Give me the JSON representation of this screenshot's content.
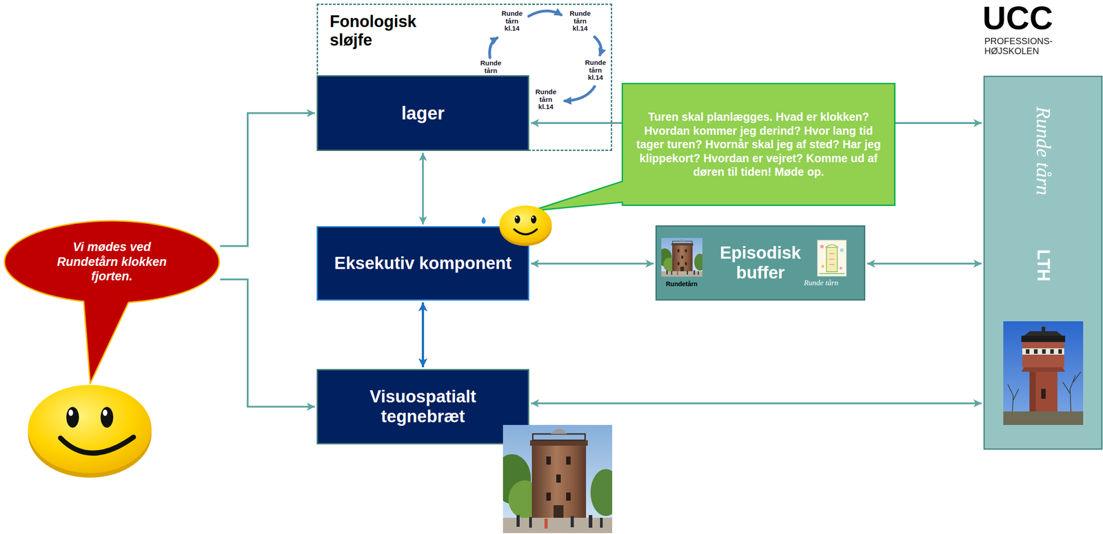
{
  "diagram": {
    "nodes": [
      {
        "text": [
          "Fonologisk sløjfe"
        ]
      },
      {
        "text": [
          "lager"
        ],
        "in": 0
      },
      {
        "text": [
          "Turen skal planlægges. Hvad er klokken? Hvordan kommer jeg derind? Hvor lang tid tager turen? Hvornår skal jeg af sted? Har jeg klippekort? Hvordan er vejret? Komme ud af døren til tiden! Møde op."
        ]
      },
      {
        "text": [
          "Vi mødes ved Rundetårn klokken fjorten."
        ]
      },
      {
        "text": [
          "Eksekutiv komponent"
        ]
      },
      {
        "text": [
          "Episodisk buffer"
        ]
      },
      {
        "text": [
          "Runde tårn",
          "LTH"
        ]
      },
      {
        "text": [
          "Visuospatialt tegnebræt"
        ]
      }
    ],
    "edges": [
      {
        "from": 3,
        "to": 1,
        "arrow": "to"
      },
      {
        "from": 3,
        "to": 7,
        "arrow": "to"
      },
      {
        "from": 1,
        "to": 4,
        "arrow": "both"
      },
      {
        "from": 4,
        "to": 7,
        "arrow": "both"
      },
      {
        "from": 4,
        "to": 5,
        "arrow": "both"
      },
      {
        "from": 5,
        "to": 6,
        "arrow": "both"
      },
      {
        "from": 1,
        "to": 6,
        "arrow": "both"
      },
      {
        "from": 7,
        "to": 6,
        "arrow": "both"
      }
    ],
    "labels": [
      "Runde tårn kl.14",
      "Runde tårn kl.14",
      "Runde tårn",
      "Runde tårn kl.14",
      "Runde tårn kl.14",
      "UCC",
      "PROFESSIONS- HØJSKOLEN",
      "Rundetårn",
      "Runde tårn"
    ]
  }
}
